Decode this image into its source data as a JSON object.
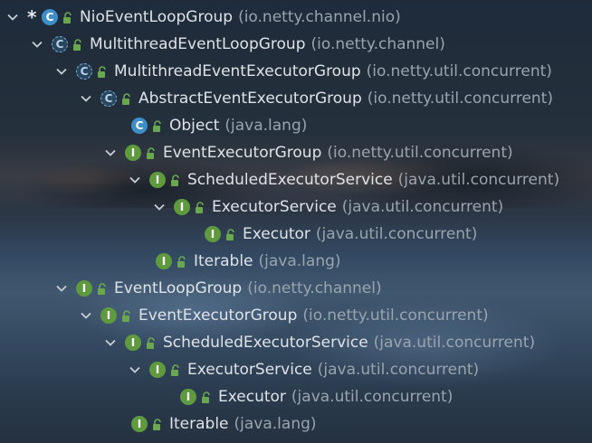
{
  "hierarchy_tree": {
    "rows": [
      {
        "name": "NioEventLoopGroup",
        "package": "(io.netty.channel.nio)",
        "kind": "class",
        "icon_letter": "C",
        "starred": true,
        "expanded": true
      },
      {
        "name": "MultithreadEventLoopGroup",
        "package": "(io.netty.channel)",
        "kind": "abstract-class",
        "icon_letter": "C",
        "expanded": true
      },
      {
        "name": "MultithreadEventExecutorGroup",
        "package": "(io.netty.util.concurrent)",
        "kind": "abstract-class",
        "icon_letter": "C",
        "expanded": true
      },
      {
        "name": "AbstractEventExecutorGroup",
        "package": "(io.netty.util.concurrent)",
        "kind": "abstract-class",
        "icon_letter": "C",
        "expanded": true
      },
      {
        "name": "Object",
        "package": "(java.lang)",
        "kind": "class",
        "icon_letter": "C",
        "expanded": false
      },
      {
        "name": "EventExecutorGroup",
        "package": "(io.netty.util.concurrent)",
        "kind": "interface",
        "icon_letter": "I",
        "expanded": true
      },
      {
        "name": "ScheduledExecutorService",
        "package": "(java.util.concurrent)",
        "kind": "interface",
        "icon_letter": "I",
        "expanded": true
      },
      {
        "name": "ExecutorService",
        "package": "(java.util.concurrent)",
        "kind": "interface",
        "icon_letter": "I",
        "expanded": true
      },
      {
        "name": "Executor",
        "package": "(java.util.concurrent)",
        "kind": "interface",
        "icon_letter": "I",
        "expanded": false
      },
      {
        "name": "Iterable",
        "package": "(java.lang)",
        "kind": "interface",
        "icon_letter": "I",
        "expanded": false
      },
      {
        "name": "EventLoopGroup",
        "package": "(io.netty.channel)",
        "kind": "interface",
        "icon_letter": "I",
        "expanded": true
      },
      {
        "name": "EventExecutorGroup",
        "package": "(io.netty.util.concurrent)",
        "kind": "interface",
        "icon_letter": "I",
        "expanded": true
      },
      {
        "name": "ScheduledExecutorService",
        "package": "(java.util.concurrent)",
        "kind": "interface",
        "icon_letter": "I",
        "expanded": true
      },
      {
        "name": "ExecutorService",
        "package": "(java.util.concurrent)",
        "kind": "interface",
        "icon_letter": "I",
        "expanded": true
      },
      {
        "name": "Executor",
        "package": "(java.util.concurrent)",
        "kind": "interface",
        "icon_letter": "I",
        "expanded": false
      },
      {
        "name": "Iterable",
        "package": "(java.lang)",
        "kind": "interface",
        "icon_letter": "I",
        "expanded": false
      }
    ]
  },
  "colors": {
    "class_icon": "#3c8fc7",
    "interface_icon": "#5f9a3f",
    "lock_icon": "#6aa84f",
    "name_text": "#dfe3e8",
    "package_text": "#9aa4ae"
  }
}
